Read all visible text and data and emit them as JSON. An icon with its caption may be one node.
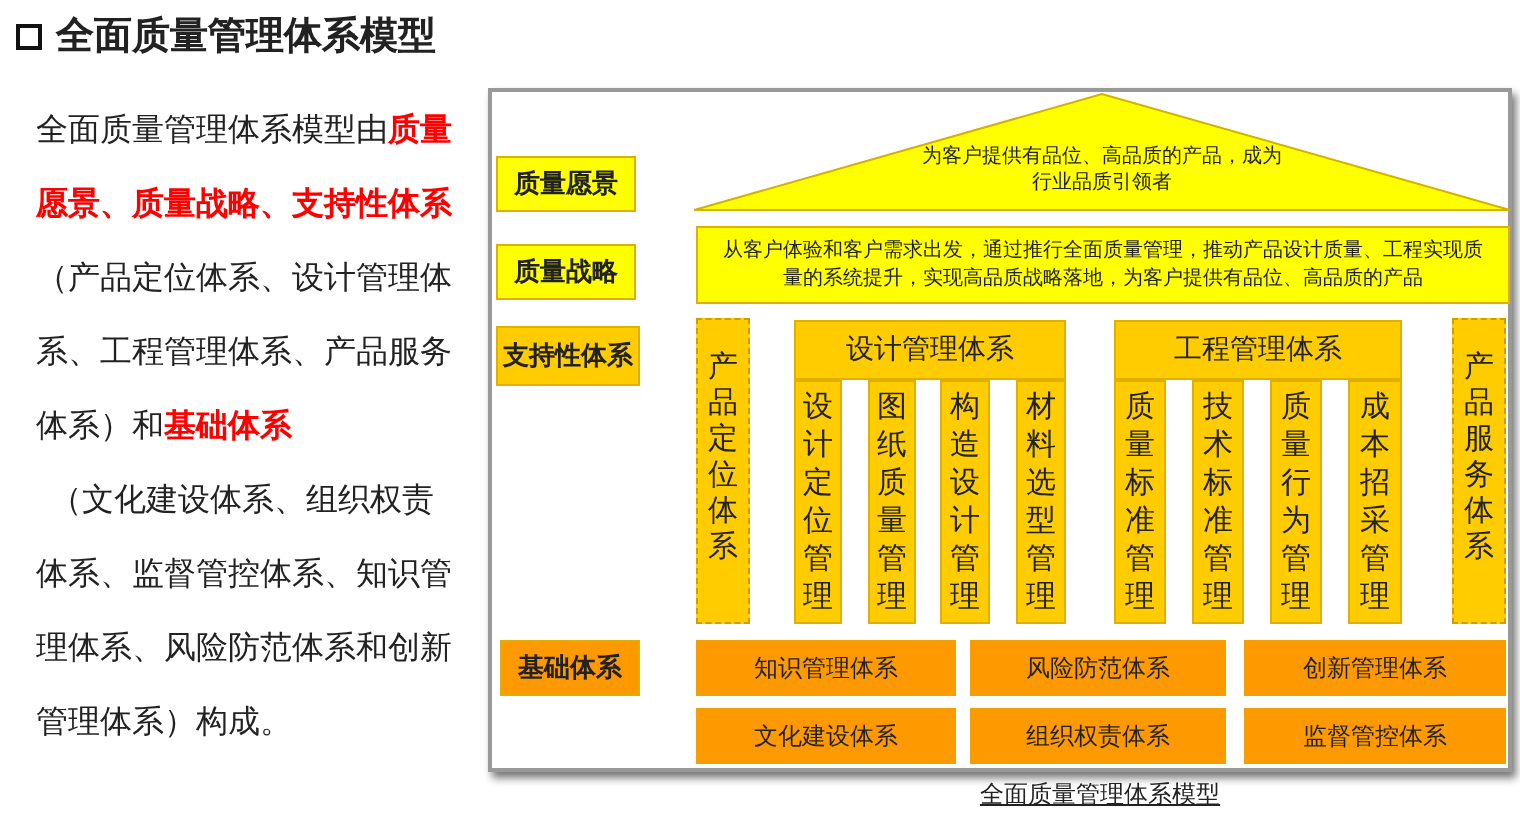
{
  "diagram": {
    "title": "全面质量管理体系模型",
    "caption": "全面质量管理体系模型",
    "nodes": [
      {
        "text": [
          "质量愿景"
        ]
      },
      {
        "text": [
          "质量战略"
        ]
      },
      {
        "text": [
          "支持性体系"
        ]
      },
      {
        "text": [
          "基础体系"
        ]
      },
      {
        "text": [
          "为客户提供有品位、高品质的产品，成为行业品质引领者"
        ]
      },
      {
        "text": [
          "从客户体验和客户需求出发，通过推行全面质量管理，推动产品设计质量、工程实现质量的系统提升，实现高品质战略落地，为客户提供有品位、高品质的产品"
        ]
      },
      {
        "text": [
          "产品定位体系"
        ]
      },
      {
        "text": [
          "设计管理体系"
        ]
      },
      {
        "text": [
          "设计定位管理"
        ]
      },
      {
        "text": [
          "图纸质量管理"
        ]
      },
      {
        "text": [
          "构造设计管理"
        ]
      },
      {
        "text": [
          "材料选型管理"
        ]
      },
      {
        "text": [
          "工程管理体系"
        ]
      },
      {
        "text": [
          "质量标准管理"
        ]
      },
      {
        "text": [
          "技术标准管理"
        ]
      },
      {
        "text": [
          "质量行为管理"
        ]
      },
      {
        "text": [
          "成本招采管理"
        ]
      },
      {
        "text": [
          "产品服务体系"
        ]
      },
      {
        "text": [
          "知识管理体系"
        ]
      },
      {
        "text": [
          "风险防范体系"
        ]
      },
      {
        "text": [
          "创新管理体系"
        ]
      },
      {
        "text": [
          "文化建设体系"
        ]
      },
      {
        "text": [
          "组织权责体系"
        ]
      },
      {
        "text": [
          "监督管控体系"
        ]
      }
    ],
    "labels": [
      "全面质量管理体系模型由**质量愿景、质量战略、支持性体系**（产品定位体系、设计管理体系、工程管理体系、产品服务体系）和**基础体系**",
      "（文化建设体系、组织权责体系、监督管控体系、知识管理体系、风险防范体系和创新管理体系）构成。"
    ]
  }
}
